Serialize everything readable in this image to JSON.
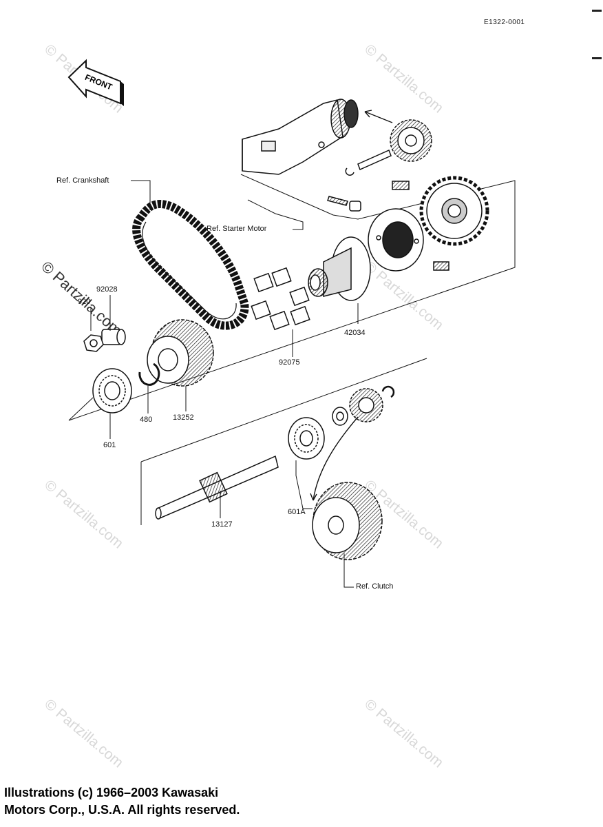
{
  "diagram_code": "E1322-0001",
  "front_label": "FRONT",
  "refs": {
    "crankshaft": "Ref. Crankshaft",
    "starter_motor": "Ref. Starter Motor",
    "clutch": "Ref. Clutch"
  },
  "part_numbers": {
    "p92028": "92028",
    "p920": "920",
    "p42034": "42034",
    "p92075": "92075",
    "p13252": "13252",
    "p480": "480",
    "p601": "601",
    "p601A": "601A",
    "p13127": "13127"
  },
  "watermark": "© Partzilla.com",
  "copyright": {
    "line1": "Illustrations (c) 1966–2003 Kawasaki",
    "line2": "Motors Corp., U.S.A.  All rights reserved."
  }
}
